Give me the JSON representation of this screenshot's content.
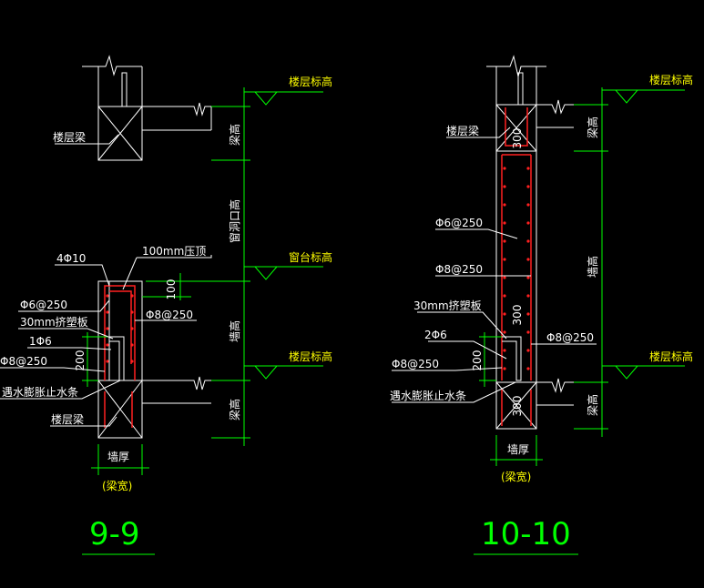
{
  "drawing": {
    "background": "#000000",
    "colors": {
      "line": "#ffffff",
      "dim": "#00ff00",
      "rebar": "#ff2020",
      "label_yellow": "#ffff00",
      "title": "#00ff00"
    }
  },
  "section_99": {
    "title": "9-9",
    "floor_level_top": "楼层标高",
    "sill_level": "窗台标高",
    "floor_level_bottom": "楼层标高",
    "dim_beam_height_top": "梁高",
    "dim_window_opening": "窗洞口高",
    "dim_wall_height": "墙高",
    "dim_beam_height_bottom": "梁高",
    "dim_100": "100",
    "dim_200": "200",
    "label_floor_beam_top": "楼层梁",
    "label_4phi10": "4Φ10",
    "label_100mm_plate": "100mm压顶",
    "label_phi6_250": "Φ6@250",
    "label_phi8_250_right": "Φ8@250",
    "label_30mm_board": "30mm挤塑板",
    "label_1phi6": "1Φ6",
    "label_phi8_250_left": "Φ8@250",
    "label_waterstop": "遇水膨胀止水条",
    "label_floor_beam_bottom": "楼层梁",
    "label_wall_thickness": "墙厚",
    "label_beam_width": "(梁宽)"
  },
  "section_1010": {
    "title": "10-10",
    "floor_level_top": "楼层标高",
    "floor_level_bottom": "楼层标高",
    "dim_beam_height_top": "梁高",
    "dim_wall_height": "墙高",
    "dim_beam_height_bottom": "梁高",
    "dim_300_top": "300",
    "dim_300_mid": "300",
    "dim_300_bottom": "300",
    "dim_200": "200",
    "label_floor_beam": "楼层梁",
    "label_phi6_250": "Φ6@250",
    "label_phi8_250_mid": "Φ8@250",
    "label_30mm_board": "30mm挤塑板",
    "label_2phi6": "2Φ6",
    "label_phi8_250_right": "Φ8@250",
    "label_phi8_250_left": "Φ8@250",
    "label_waterstop": "遇水膨胀止水条",
    "label_wall_thickness": "墙厚",
    "label_beam_width": "(梁宽)"
  }
}
